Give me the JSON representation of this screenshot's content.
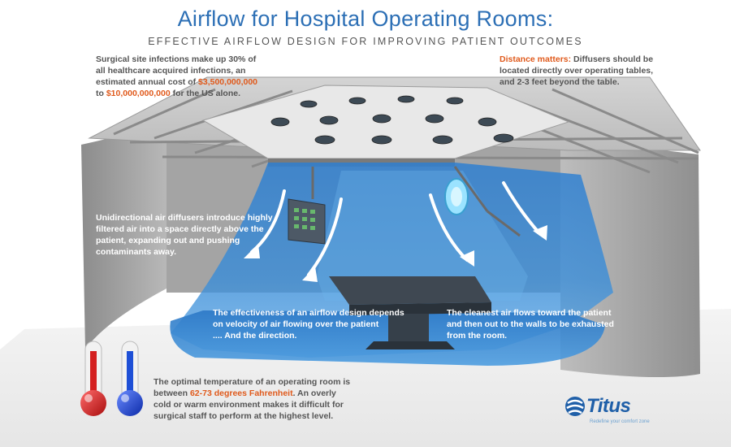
{
  "header": {
    "title": "Airflow for Hospital Operating Rooms:",
    "subtitle": "EFFECTIVE AIRFLOW DESIGN FOR IMPROVING PATIENT OUTCOMES"
  },
  "callouts": {
    "infections": {
      "line1": "Surgical site infections make up 30% of",
      "line2": "all healthcare acquired infections, an",
      "line3_pre": "estimated annual cost of ",
      "line3_hl": "$3,500,000,000",
      "line4_pre": "to ",
      "line4_hl": "$10,000,000,000",
      "line4_post": " for the US alone."
    },
    "distance": {
      "label": "Distance matters:",
      "line1_post": " Diffusers should be",
      "line2": "located directly over operating tables,",
      "line3": "and 2-3 feet beyond the table."
    },
    "diffusers": {
      "line1": "Unidirectional air diffusers introduce highly",
      "line2": "filtered air into a space directly above the",
      "line3": "patient, expanding out and pushing",
      "line4": "contaminants away."
    },
    "effectiveness": {
      "line1": "The effectiveness of an airflow design depends",
      "line2": "on velocity of air flowing over the patient",
      "line3": ".... And the direction."
    },
    "cleanest": {
      "line1": "The cleanest air flows toward the patient",
      "line2": "and then out to the walls to be exhausted",
      "line3": "from the room."
    },
    "temperature": {
      "line1": "The optimal temperature of an operating room is",
      "line2_pre": "between ",
      "line2_hl": "62-73 degrees Fahrenheit",
      "line2_post": ". An overly",
      "line3": "cold or warm environment makes it difficult for",
      "line4": "surgical staff to perform at the highest level."
    }
  },
  "logo": {
    "brand": "Titus",
    "tagline": "Redefine your comfort zone"
  },
  "colors": {
    "title_blue": "#2c6fb5",
    "highlight_orange": "#e05a1c",
    "air_blue": "#3f8fd6",
    "thermometer_warm": "#d42020",
    "thermometer_cool": "#1e4fd6"
  },
  "icons": {
    "warm_thermometer": "thermometer-red-icon",
    "cool_thermometer": "thermometer-blue-icon",
    "logo": "titus-swirl-icon"
  }
}
